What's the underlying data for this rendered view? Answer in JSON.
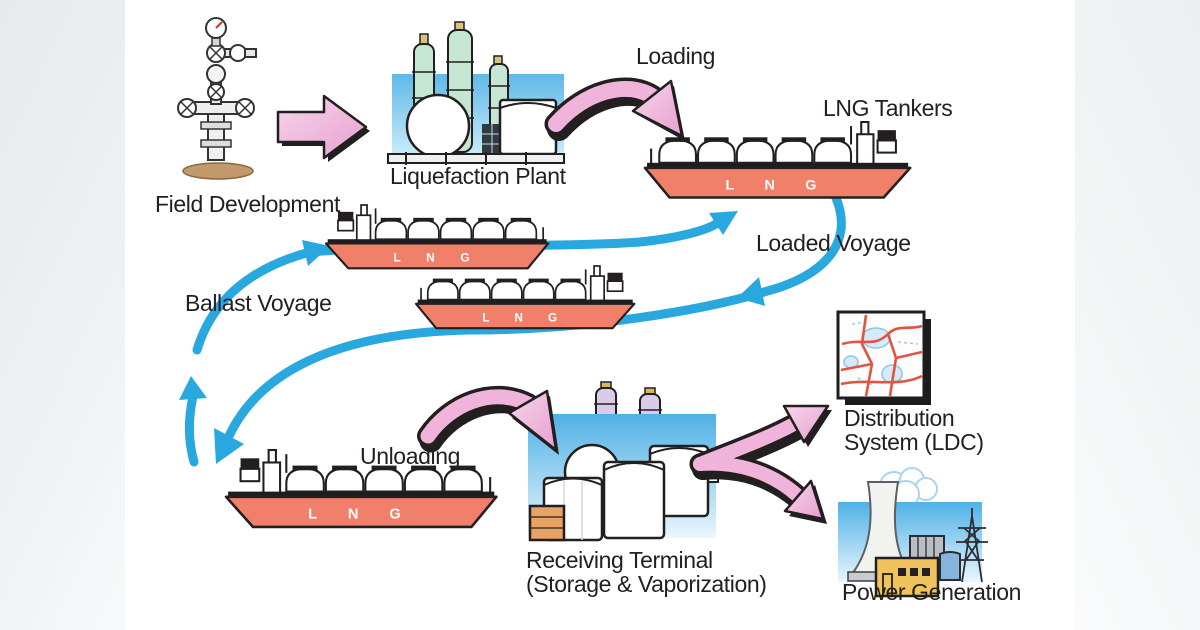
{
  "diagram": {
    "subject": "LNG supply chain cycle diagram",
    "labels": {
      "field_development": "Field Development",
      "liquefaction_plant": "Liquefaction Plant",
      "loading": "Loading",
      "lng_tankers": "LNG Tankers",
      "loaded_voyage": "Loaded Voyage",
      "ballast_voyage": "Ballast Voyage",
      "unloading": "Unloading",
      "receiving_terminal_line1": "Receiving Terminal",
      "receiving_terminal_line2": "(Storage & Vaporization)",
      "distribution_line1": "Distribution",
      "distribution_line2": "System (LDC)",
      "power_generation": "Power Generation"
    },
    "ships": {
      "hull_label": "L N G",
      "count": 4
    },
    "icons": {
      "wellhead": "wellhead-derrick-icon",
      "liquefaction_plant": "liquefaction-plant-icon",
      "lng_tanker": "lng-tanker-ship-icon",
      "receiving_terminal": "receiving-terminal-tanks-icon",
      "distribution_map": "street-map-icon",
      "power_plant": "power-plant-icon"
    },
    "colors": {
      "route_blue": "#29A7DF",
      "arrow_pink": "#F0B4DB",
      "hull_salmon": "#F0806A",
      "outline_dark": "#231F20",
      "sky_top": "#5FB9E8",
      "sky_bottom": "#EAF6FD",
      "tower_green": "#C4E6D2",
      "vaporizer_purple": "#DACBE8",
      "building_yellow": "#EFC35E",
      "crate_orange": "#E9A265",
      "ground_tan": "#C1996B"
    }
  }
}
